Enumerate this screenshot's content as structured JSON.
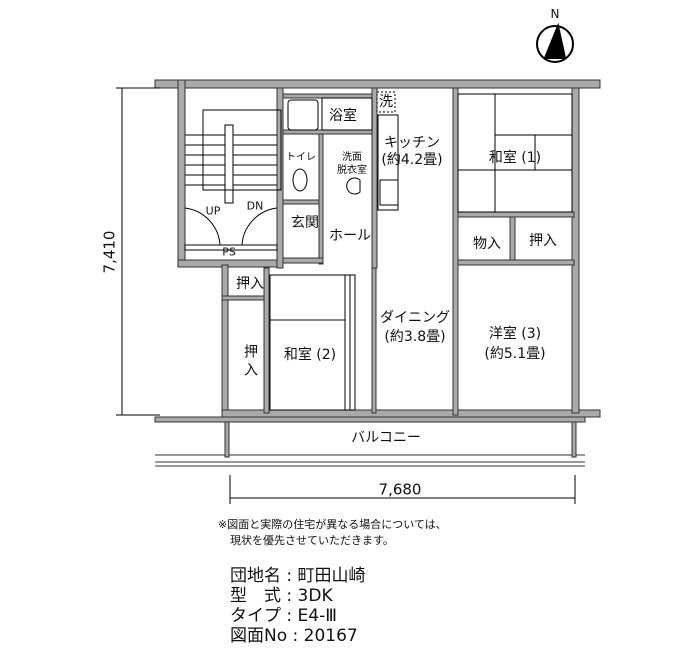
{
  "north_label": "N",
  "dimensions": {
    "height": "7,410",
    "width": "7,680"
  },
  "rooms": {
    "bath": "浴室",
    "laundry": "洗",
    "kitchen": "キッチン",
    "kitchen_size": "(約4.2畳)",
    "washitsu1": "和室 (1)",
    "toilet": "トイレ",
    "washroom_1": "洗面",
    "washroom_2": "脱衣室",
    "up": "UP",
    "dn": "DN",
    "entrance": "玄関",
    "hall": "ホール",
    "ps": "PS",
    "storage": "物入",
    "closet1": "押入",
    "closet2": "押入",
    "dining": "ダイニング",
    "dining_size": "(約3.8畳)",
    "youshitsu3": "洋室 (3)",
    "youshitsu3_size": "(約5.1畳)",
    "closet3": "押入",
    "washitsu2": "和室 (2)",
    "balcony": "バルコニー"
  },
  "note": {
    "line1": "※図面と実際の住宅が異なる場合については、",
    "line2": "現状を優先させていただきます。"
  },
  "info": [
    {
      "label": "団地名",
      "value": "町田山崎"
    },
    {
      "label": "型　式",
      "value": "3DK"
    },
    {
      "label": "タイプ",
      "value": "E4-Ⅲ"
    },
    {
      "label": "図面No",
      "value": "20167"
    }
  ]
}
